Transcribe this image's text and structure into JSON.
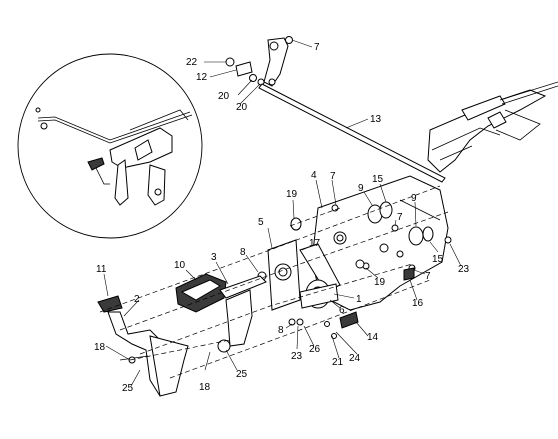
{
  "diagram": {
    "callouts": [
      {
        "id": "c7a",
        "text": "7"
      },
      {
        "id": "c22",
        "text": "22"
      },
      {
        "id": "c12",
        "text": "12"
      },
      {
        "id": "c20a",
        "text": "20"
      },
      {
        "id": "c20b",
        "text": "20"
      },
      {
        "id": "c13",
        "text": "13"
      },
      {
        "id": "c4",
        "text": "4"
      },
      {
        "id": "c7b",
        "text": "7"
      },
      {
        "id": "c19a",
        "text": "19"
      },
      {
        "id": "c9a",
        "text": "9"
      },
      {
        "id": "c15a",
        "text": "15"
      },
      {
        "id": "c7c",
        "text": "7"
      },
      {
        "id": "c9b",
        "text": "9"
      },
      {
        "id": "c5",
        "text": "5"
      },
      {
        "id": "c17",
        "text": "17"
      },
      {
        "id": "c8a",
        "text": "8"
      },
      {
        "id": "c10",
        "text": "10"
      },
      {
        "id": "c3",
        "text": "3"
      },
      {
        "id": "c11",
        "text": "11"
      },
      {
        "id": "c2",
        "text": "2"
      },
      {
        "id": "c15b",
        "text": "15"
      },
      {
        "id": "c23a",
        "text": "23"
      },
      {
        "id": "c7d",
        "text": "7"
      },
      {
        "id": "c19b",
        "text": "19"
      },
      {
        "id": "c1",
        "text": "1"
      },
      {
        "id": "c16",
        "text": "16"
      },
      {
        "id": "c6",
        "text": "6"
      },
      {
        "id": "c8b",
        "text": "8"
      },
      {
        "id": "c14",
        "text": "14"
      },
      {
        "id": "c18a",
        "text": "18"
      },
      {
        "id": "c23b",
        "text": "23"
      },
      {
        "id": "c26",
        "text": "26"
      },
      {
        "id": "c21",
        "text": "21"
      },
      {
        "id": "c24",
        "text": "24"
      },
      {
        "id": "c25a",
        "text": "25"
      },
      {
        "id": "c18b",
        "text": "18"
      },
      {
        "id": "c25b",
        "text": "25"
      }
    ]
  }
}
